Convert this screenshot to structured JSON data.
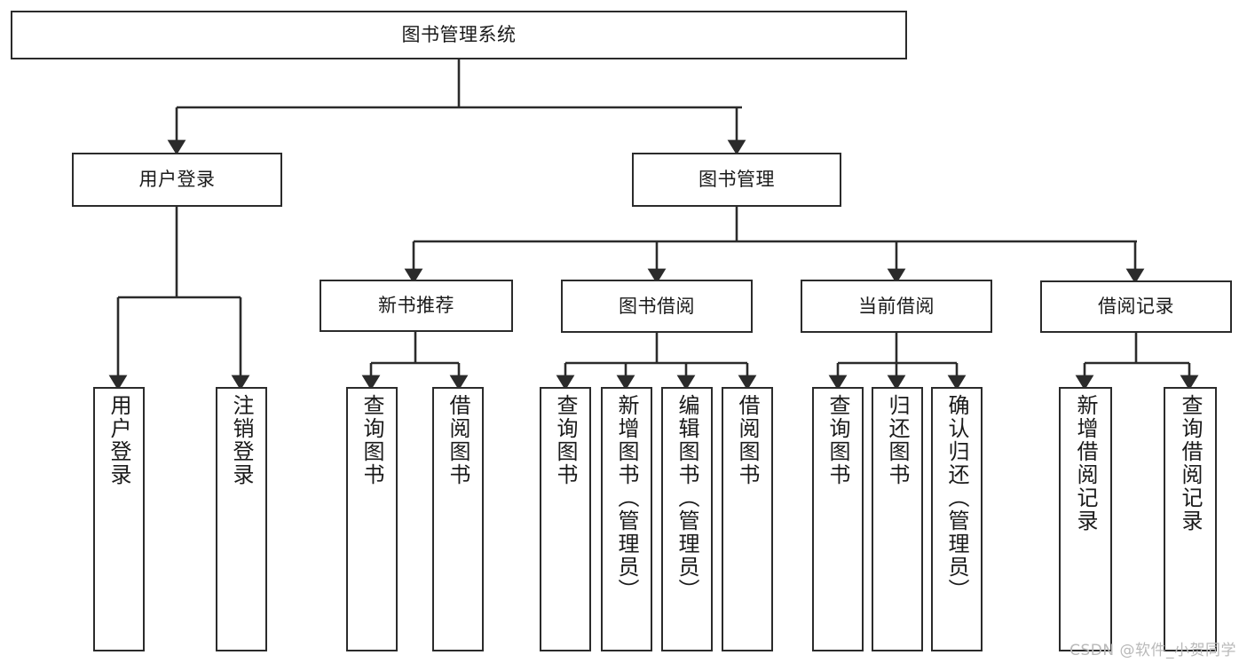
{
  "diagram": {
    "title": "图书管理系统",
    "watermark": "CSDN @软件_小贺同学",
    "accent_color": "#2b2b2b",
    "background_color": "#ffffff",
    "nodes": {
      "root": "图书管理系统",
      "level2": {
        "user_login": "用户登录",
        "book_manage": "图书管理"
      },
      "level3": {
        "new_book_rec": "新书推荐",
        "book_borrow": "图书借阅",
        "current_borrow": "当前借阅",
        "borrow_record": "借阅记录"
      },
      "leaves": {
        "user_login_1": "用户登录",
        "user_login_2": "注销登录",
        "new_book_1": "查询图书",
        "new_book_2": "借阅图书",
        "borrow_1": "查询图书",
        "borrow_2": "新增图书（管理员）",
        "borrow_3": "编辑图书（管理员）",
        "borrow_4": "借阅图书",
        "current_1": "查询图书",
        "current_2": "归还图书",
        "current_3": "确认归还（管理员）",
        "record_1": "新增借阅记录",
        "record_2": "查询借阅记录"
      }
    }
  }
}
